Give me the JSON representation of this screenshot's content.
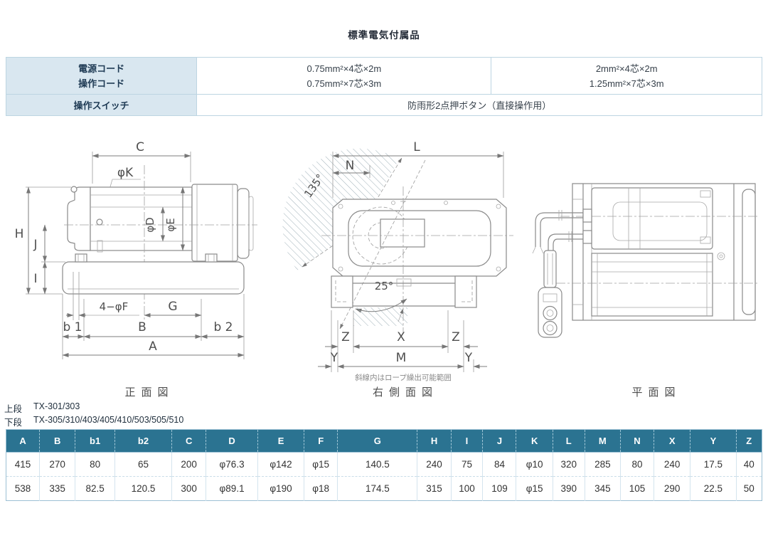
{
  "page": {
    "title": "標準電気付属品"
  },
  "accessories": {
    "power_cord_label": "電源コード",
    "control_cord_label": "操作コード",
    "small_power": "0.75mm²×4芯×2m",
    "small_control": "0.75mm²×7芯×3m",
    "large_power": "2mm²×4芯×2m",
    "large_control": "1.25mm²×7芯×3m",
    "switch_label": "操作スイッチ",
    "switch_value": "防雨形2点押ボタン（直接操作用）"
  },
  "drawings": {
    "front": {
      "caption": "正面図",
      "labels": {
        "C": "C",
        "phiK": "φK",
        "phiD": "φD",
        "phiE": "φE",
        "H": "H",
        "J": "J",
        "I": "I",
        "fourPhiF": "4−φF",
        "G": "G",
        "b1": "b 1",
        "B": "B",
        "b2": "b 2",
        "A": "A"
      }
    },
    "side": {
      "caption": "右側面図",
      "labels": {
        "L": "L",
        "N": "N",
        "deg135": "135°",
        "deg25": "25°",
        "Z": "Z",
        "X": "X",
        "Y": "Y",
        "M": "M"
      },
      "note": "斜線内はロープ繰出可能範囲"
    },
    "plan": {
      "caption": "平面図"
    }
  },
  "model_notes": {
    "upper_label": "上段",
    "upper_value": "TX-301/303",
    "lower_label": "下段",
    "lower_value": "TX-305/310/403/405/410/503/505/510"
  },
  "dimensions_table": {
    "headers": [
      "A",
      "B",
      "b1",
      "b2",
      "C",
      "D",
      "E",
      "F",
      "G",
      "H",
      "I",
      "J",
      "K",
      "L",
      "M",
      "N",
      "X",
      "Y",
      "Z"
    ],
    "rows": [
      [
        "415",
        "270",
        "80",
        "65",
        "200",
        "φ76.3",
        "φ142",
        "φ15",
        "140.5",
        "240",
        "75",
        "84",
        "φ10",
        "320",
        "285",
        "80",
        "240",
        "17.5",
        "40"
      ],
      [
        "538",
        "335",
        "82.5",
        "120.5",
        "300",
        "φ89.1",
        "φ190",
        "φ18",
        "174.5",
        "315",
        "100",
        "109",
        "φ15",
        "390",
        "345",
        "105",
        "290",
        "22.5",
        "50"
      ]
    ]
  },
  "colors": {
    "header_bg": "#2b7391",
    "label_bg": "#d9e7f0",
    "border": "#bdd5e2",
    "accent_text": "#1e3a54"
  }
}
